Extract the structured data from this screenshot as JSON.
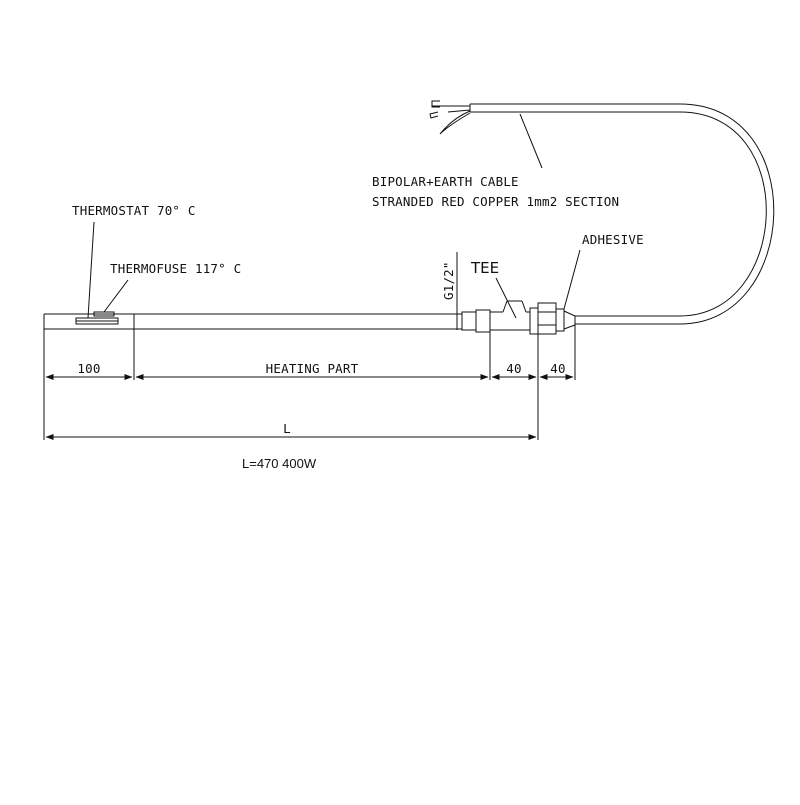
{
  "labels": {
    "thermostat": "THERMOSTAT 70° C",
    "thermofuse": "THERMOFUSE 117° C",
    "cable_line1": "BIPOLAR+EARTH CABLE",
    "cable_line2": "STRANDED RED COPPER 1mm2 SECTION",
    "adhesive": "ADHESIVE",
    "tee": "TEE",
    "thread": "G1/2\"",
    "dim_left": "100",
    "dim_heating": "HEATING PART",
    "dim_tee": "40",
    "dim_gland": "40",
    "dim_total": "L",
    "spec": "L=470  400W"
  }
}
